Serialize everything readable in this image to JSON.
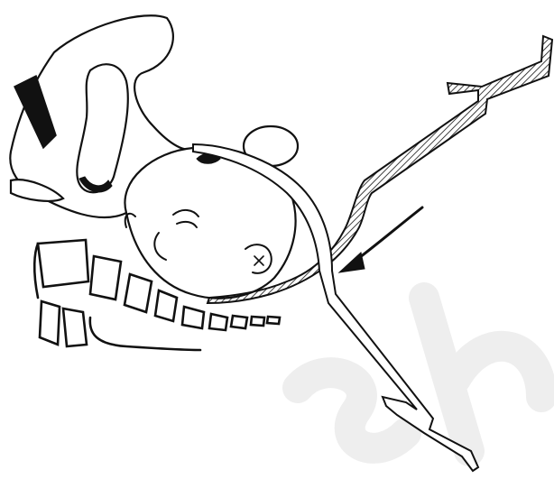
{
  "figure": {
    "colors": {
      "ink": "#111111",
      "paper": "#ffffff",
      "watermark": "#eeeeee"
    },
    "elements": [
      "infant-head",
      "infant-arm",
      "pelvic-bones",
      "forceps-hatched-blade",
      "forceps-open-blade",
      "direction-arrow",
      "watermark"
    ]
  }
}
